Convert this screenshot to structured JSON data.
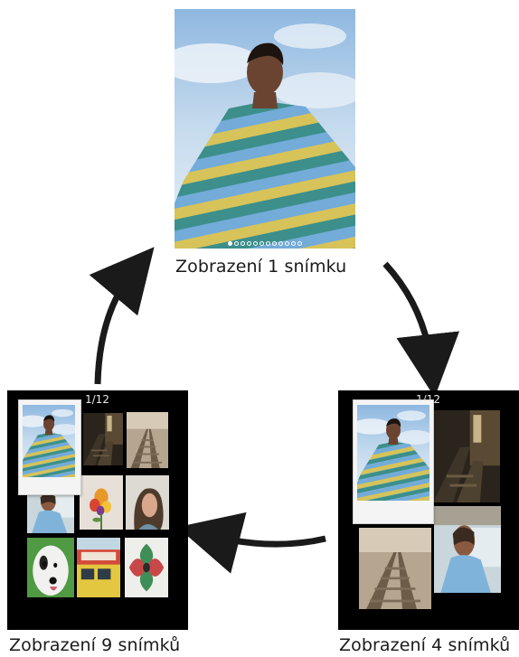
{
  "views": [
    {
      "id": "one",
      "label": "Zobrazení 1 snímku"
    },
    {
      "id": "four",
      "label": "Zobrazení 4 snímků",
      "counter": "1/12"
    },
    {
      "id": "nine",
      "label": "Zobrazení 9 snímků",
      "counter": "1/12"
    }
  ],
  "dots": {
    "count": 12,
    "active": 1
  },
  "colors": {
    "arrow": "#1a1a1a",
    "sky": "#a9c9e6",
    "stripe_yellow": "#d8c65a",
    "stripe_teal": "#3b8e8a",
    "stripe_blue": "#6fa9d8"
  }
}
